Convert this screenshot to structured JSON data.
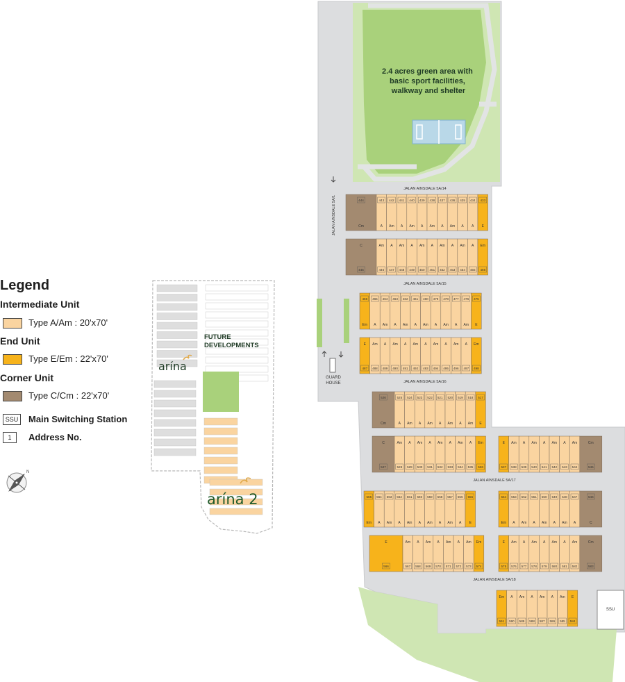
{
  "legend": {
    "title": "Legend",
    "groups": [
      {
        "heading": "Intermediate Unit",
        "label": "Type A/Am : 20'x70'",
        "color": "#fad4a0"
      },
      {
        "heading": "End Unit",
        "label": "Type E/Em : 22'x70'",
        "color": "#f7b31b"
      },
      {
        "heading": "Corner Unit",
        "label": "Type C/Cm : 22'x70'",
        "color": "#a38a70"
      }
    ],
    "ssu_box": "SSU",
    "ssu_label": "Main Switching Station",
    "addr_box": "1",
    "addr_label": "Address No."
  },
  "colors": {
    "intermediate": "#fad4a0",
    "end": "#f7b31b",
    "corner": "#a38a70",
    "green": "#a9d17b",
    "road": "#dcdddf"
  },
  "labels": {
    "green_area": [
      "2.4 acres green area with",
      "basic sport facilities,",
      "walkway and shelter"
    ],
    "future": [
      "FUTURE",
      "DEVELOPMENTS"
    ],
    "arina": "arína",
    "arina2": "arína 2",
    "guard": [
      "GUARD",
      "HOUSE"
    ],
    "ssu": "SSU",
    "roads": [
      "JALAN AINSDALE 5A/14",
      "JALAN AINSDALE 5A/15",
      "JALAN AINSDALE 5A/16",
      "JALAN AINSDALE 5A/17",
      "JALAN AINSDALE 5A/18",
      "JALAN AINSDALE 5A/1"
    ]
  },
  "lots": [
    {
      "nums": [
        444,
        443,
        442,
        441,
        440,
        439,
        438,
        437,
        436,
        435,
        434,
        433
      ],
      "types": [
        "Cm",
        "A",
        "Am",
        "A",
        "Am",
        "A",
        "Am",
        "A",
        "Am",
        "A",
        "A",
        "E"
      ],
      "numPos": "top"
    },
    {
      "nums": [
        445,
        446,
        447,
        448,
        449,
        450,
        451,
        452,
        453,
        454,
        455,
        456
      ],
      "types": [
        "C",
        "Am",
        "A",
        "Am",
        "A",
        "Am",
        "A",
        "Am",
        "A",
        "Am",
        "A",
        "Em"
      ],
      "numPos": "bottom"
    },
    {
      "nums": [
        466,
        465,
        464,
        463,
        462,
        461,
        460,
        479,
        478,
        477,
        476,
        475
      ],
      "types": [
        "Em",
        "A",
        "Am",
        "A",
        "Am",
        "A",
        "Am",
        "A",
        "Am",
        "A",
        "Am",
        "E"
      ],
      "numPos": "top"
    },
    {
      "nums": [
        487,
        488,
        489,
        490,
        491,
        492,
        493,
        494,
        495,
        496,
        497,
        498
      ],
      "types": [
        "E",
        "Am",
        "A",
        "Am",
        "A",
        "Am",
        "A",
        "Am",
        "A",
        "Am",
        "A",
        "Em"
      ],
      "numPos": "bottom"
    },
    {
      "nums": [
        526,
        525,
        524,
        523,
        522,
        521,
        520,
        519,
        518,
        517
      ],
      "types": [
        "Cm",
        "A",
        "Am",
        "A",
        "Am",
        "A",
        "Am",
        "A",
        "Am",
        "E"
      ],
      "numPos": "top"
    },
    {
      "nums": [
        527,
        528,
        529,
        530,
        531,
        532,
        533,
        534,
        535,
        536
      ],
      "types": [
        "C",
        "Am",
        "A",
        "Am",
        "A",
        "Am",
        "A",
        "Am",
        "A",
        "Em"
      ],
      "numPos": "bottom"
    },
    {
      "nums": [
        537,
        538,
        539,
        540,
        541,
        542,
        543,
        544,
        545
      ],
      "types": [
        "E",
        "Am",
        "A",
        "Am",
        "A",
        "Am",
        "A",
        "Am",
        "Cm"
      ],
      "numPos": "bottom"
    },
    {
      "nums": [
        565,
        564,
        563,
        562,
        561,
        560,
        559,
        558,
        557,
        556,
        555
      ],
      "types": [
        "Em",
        "A",
        "Am",
        "A",
        "Am",
        "A",
        "Am",
        "A",
        "Am",
        "A",
        "E"
      ],
      "numPos": "top"
    },
    {
      "nums": [
        554,
        553,
        552,
        551,
        550,
        549,
        548,
        547,
        546
      ],
      "types": [
        "Em",
        "A",
        "Am",
        "A",
        "Am",
        "A",
        "Am",
        "A",
        "C"
      ],
      "numPos": "top"
    },
    {
      "nums": [
        566,
        567,
        568,
        569,
        570,
        571,
        572,
        573,
        574
      ],
      "types": [
        "E",
        "Am",
        "A",
        "Am",
        "A",
        "Am",
        "A",
        "Am",
        "Em"
      ],
      "numPos": "bottom"
    },
    {
      "nums": [
        575,
        576,
        577,
        578,
        579,
        580,
        581,
        582,
        583
      ],
      "types": [
        "E",
        "Am",
        "A",
        "Am",
        "A",
        "Am",
        "A",
        "Am",
        "Cm"
      ],
      "numPos": "bottom"
    },
    {
      "nums": [
        591,
        590,
        589,
        588,
        587,
        586,
        585,
        584
      ],
      "types": [
        "Em",
        "A",
        "Am",
        "A",
        "Am",
        "A",
        "Am",
        "E"
      ],
      "numPos": "bottom"
    }
  ]
}
